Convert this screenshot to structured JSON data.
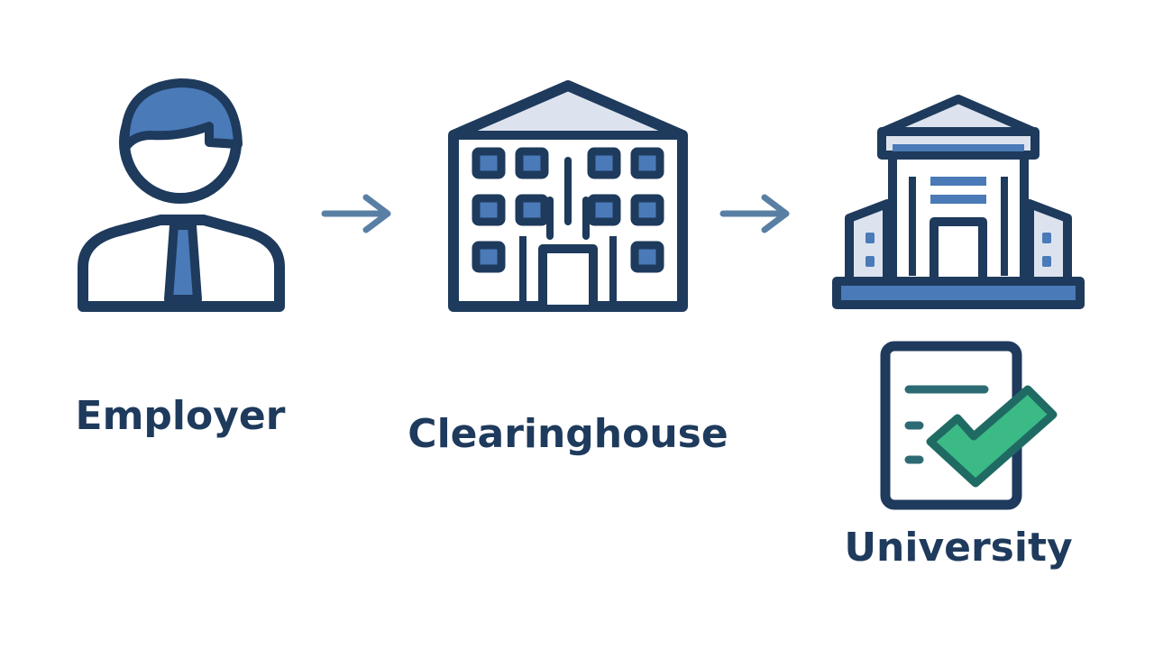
{
  "nodes": [
    {
      "id": "employer",
      "label": "Employer",
      "icon": "person-icon"
    },
    {
      "id": "clearinghouse",
      "label": "Clearinghouse",
      "icon": "office-building-icon"
    },
    {
      "id": "university",
      "label": "University",
      "icon": "university-building-icon"
    }
  ],
  "edges": [
    {
      "from": "employer",
      "to": "clearinghouse"
    },
    {
      "from": "clearinghouse",
      "to": "university"
    }
  ],
  "badge": {
    "icon": "verified-document-icon"
  },
  "colors": {
    "outline": "#1e3a5c",
    "accent": "#4a7ab8",
    "light_fill": "#dde3ee",
    "arrow": "#5a7fa5",
    "check": "#3cba86",
    "check_outline": "#1f6b64",
    "doc_lines": "#2c6b73",
    "label": "#1e3a5c",
    "background": "#ffffff"
  }
}
